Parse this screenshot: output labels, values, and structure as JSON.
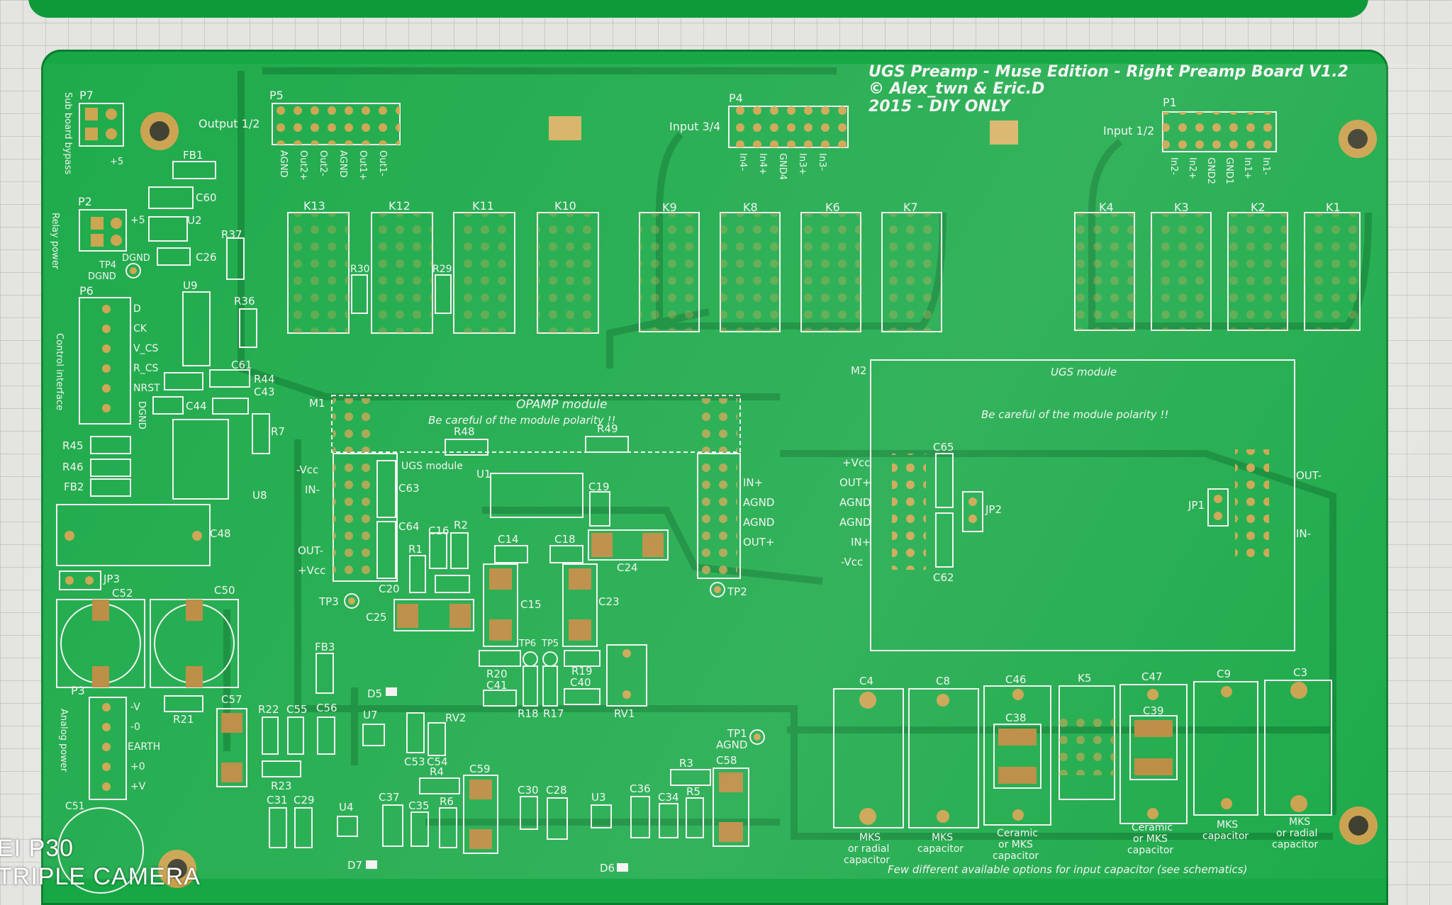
{
  "camera": {
    "brand": "EI P30",
    "sub": "TRIPLE CAMERA"
  },
  "board": {
    "title": "UGS Preamp - Muse Edition - Right Preamp Board V1.2",
    "copyright": "© Alex_twn & Eric.D",
    "year": "2015 - DIY ONLY",
    "footnote": "Few different available options for input capacitor (see schematics)"
  },
  "opamp_module": {
    "title": "OPAMP module",
    "warning": "Be careful of the module polarity !!"
  },
  "ugs_module": {
    "title": "UGS module",
    "warning": "Be careful of the module polarity !!"
  },
  "ugs_small": "UGS module",
  "connectors": {
    "p7": "P7",
    "p7_desc": "Sub board bypass",
    "p7_pin": "+5",
    "p2": "P2",
    "p2_desc": "Relay power",
    "p2_pin": "+5",
    "p2_dgnd": "DGND",
    "tp4": "TP4",
    "tp4_lbl": "DGND",
    "p6": "P6",
    "p6_desc": "Control interface",
    "p6_pins": [
      "D",
      "CK",
      "V_CS",
      "R_CS",
      "NRST",
      "DGND"
    ],
    "p3": "P3",
    "p3_desc": "Analog power",
    "p3_pins": [
      "-V",
      "-0",
      "EARTH",
      "+0",
      "+V"
    ],
    "p5": "P5",
    "p5_label": "Output 1/2",
    "p5_pins": [
      "AGND",
      "Out2+",
      "Out2-",
      "AGND",
      "Out1+",
      "Out1-"
    ],
    "p4": "P4",
    "p4_label": "Input 3/4",
    "p4_pins": [
      "In4-",
      "In4+",
      "GND4",
      "In3+",
      "In3-"
    ],
    "p1": "P1",
    "p1_label": "Input 1/2",
    "p1_pins": [
      "In2-",
      "In2+",
      "GND2",
      "GND1",
      "In1+",
      "In1-"
    ]
  },
  "relays_left": [
    "K13",
    "K12",
    "K11",
    "K10"
  ],
  "relays_mid": [
    "K9",
    "K8",
    "K6",
    "K7"
  ],
  "relays_right": [
    "K4",
    "K3",
    "K2",
    "K1"
  ],
  "module_pins_left": [
    "-Vcc",
    "IN-",
    "OUT-",
    "+Vcc"
  ],
  "module_pins_right": [
    "IN+",
    "AGND",
    "AGND",
    "OUT+"
  ],
  "m2_pins": [
    "+Vcc",
    "OUT+",
    "AGND",
    "AGND",
    "IN+",
    "-Vcc"
  ],
  "m2_right_pins": [
    "OUT-",
    "IN-"
  ],
  "bottom_caps": [
    {
      "ref": "C4",
      "desc1": "MKS",
      "desc2": "or radial",
      "desc3": "capacitor"
    },
    {
      "ref": "C8",
      "desc1": "MKS",
      "desc2": "capacitor",
      "desc3": ""
    },
    {
      "ref": "C46",
      "sub": "C38",
      "desc1": "Ceramic",
      "desc2": "or MKS",
      "desc3": "capacitor"
    },
    {
      "ref": "K5",
      "desc1": "",
      "desc2": "",
      "desc3": ""
    },
    {
      "ref": "C47",
      "sub": "C39",
      "desc1": "Ceramic",
      "desc2": "or MKS",
      "desc3": "capacitor"
    },
    {
      "ref": "C9",
      "desc1": "MKS",
      "desc2": "capacitor",
      "desc3": ""
    },
    {
      "ref": "C3",
      "desc1": "MKS",
      "desc2": "or radial",
      "desc3": "capacitor"
    }
  ],
  "refs": {
    "fb1": "FB1",
    "c60": "C60",
    "u2": "U2",
    "r37": "R37",
    "c26": "C26",
    "u9": "U9",
    "r36": "R36",
    "c61": "C61",
    "r44": "R44",
    "c43": "C43",
    "c44": "C44",
    "r7": "R7",
    "u8": "U8",
    "r45": "R45",
    "r46": "R46",
    "fb2": "FB2",
    "c48": "C48",
    "jp3": "JP3",
    "c52": "C52",
    "c50": "C50",
    "r30": "R30",
    "r29": "R29",
    "m1": "M1",
    "m2": "M2",
    "r48": "R48",
    "r49": "R49",
    "u1": "U1",
    "c63": "C63",
    "c64": "C64",
    "c19": "C19",
    "c16": "C16",
    "r2": "R2",
    "c14": "C14",
    "c18": "C18",
    "c24": "C24",
    "r1": "R1",
    "c20": "C20",
    "c25": "C25",
    "tp3": "TP3",
    "c15": "C15",
    "c23": "C23",
    "tp2": "TP2",
    "tp6": "TP6",
    "tp5": "TP5",
    "r20": "R20",
    "c41": "C41",
    "r19": "R19",
    "c40": "C40",
    "r18": "R18",
    "r17": "R17",
    "rv1": "RV1",
    "fb3": "FB3",
    "d5": "D5",
    "c57": "C57",
    "r21": "R21",
    "r22": "R22",
    "c55": "C55",
    "c56": "C56",
    "u7": "U7",
    "c53": "C53",
    "c54": "C54",
    "rv2": "RV2",
    "r23": "R23",
    "r4": "R4",
    "c59": "C59",
    "r3": "R3",
    "c58": "C58",
    "tp1": "TP1",
    "tp1_lbl": "AGND",
    "c31": "C31",
    "c29": "C29",
    "u4": "U4",
    "c37": "C37",
    "c35": "C35",
    "r6": "R6",
    "c30": "C30",
    "c28": "C28",
    "u3": "U3",
    "c36": "C36",
    "c34": "C34",
    "r5": "R5",
    "d7": "D7",
    "d6": "D6",
    "c51": "C51",
    "c65": "C65",
    "c62": "C62",
    "jp2": "JP2",
    "jp1": "JP1"
  },
  "colors": {
    "pcb": "#17a845",
    "trace": "#0c8a34",
    "silk": "#f2f2f2",
    "pad": "#caa24a",
    "copper": "#b8873a"
  }
}
